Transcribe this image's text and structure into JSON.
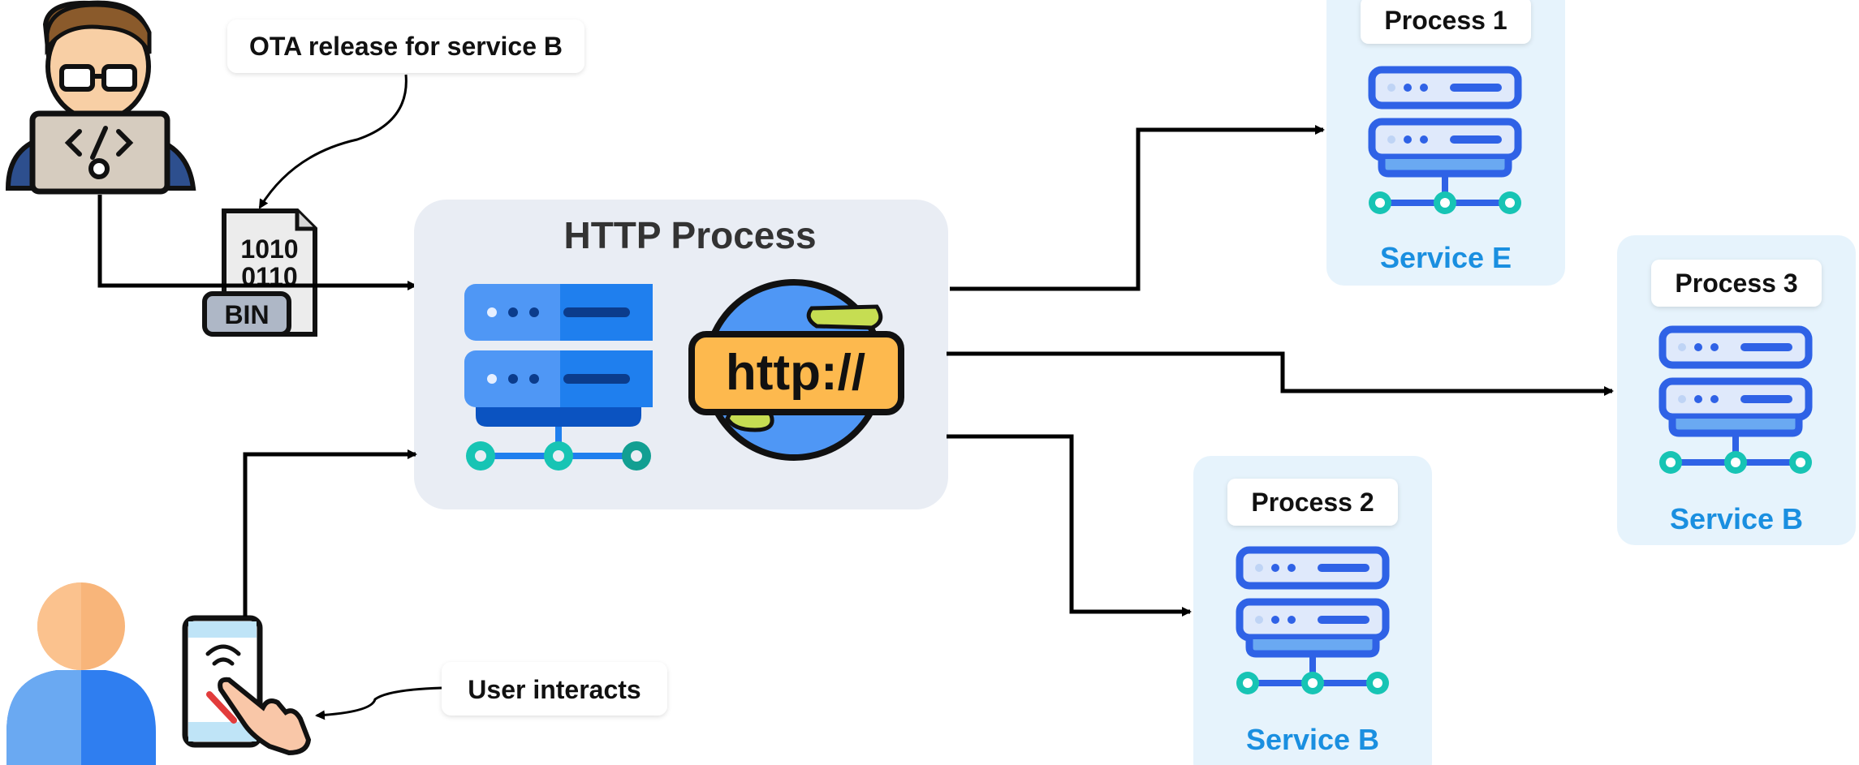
{
  "callouts": {
    "ota_release": "OTA release for service B",
    "user_interacts": "User interacts"
  },
  "binary_file": {
    "line1": "1010",
    "line2": "0110",
    "tag": "BIN"
  },
  "http_process": {
    "title": "HTTP Process",
    "badge_text": "http://"
  },
  "process_cards": [
    {
      "title": "Process 1",
      "service": "Service E"
    },
    {
      "title": "Process 3",
      "service": "Service B"
    },
    {
      "title": "Process 2",
      "service": "Service B"
    }
  ],
  "colors": {
    "card_bg": "#e6f3fc",
    "http_box_bg": "#e9edf4",
    "service_text": "#1a8fe0",
    "server_outline": "#2f62e6",
    "server_fill": "#6aa9f2",
    "node_teal": "#17c4b4",
    "http_badge": "#fdb94e",
    "globe_blue": "#4f97f5",
    "globe_green": "#c6dd52"
  }
}
